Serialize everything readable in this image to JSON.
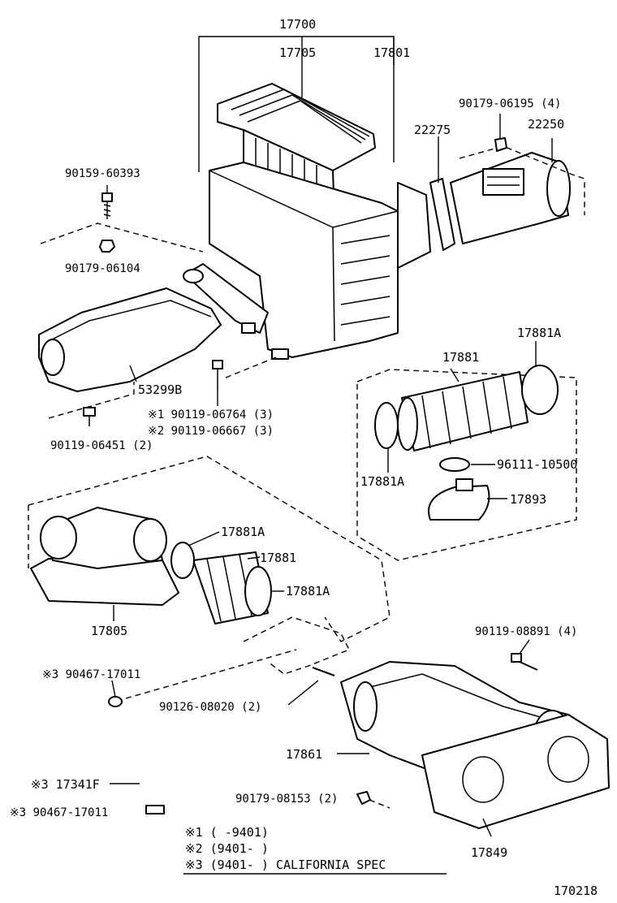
{
  "labels": {
    "p17700": "17700",
    "p17705": "17705",
    "p17801": "17801",
    "p90179_06195": "90179-06195 (4)",
    "p22275": "22275",
    "p22250": "22250",
    "p90159_60393": "90159-60393",
    "p90179_06104": "90179-06104",
    "p53299B": "53299B",
    "p17881A_a": "17881A",
    "p17881_a": "17881",
    "n1_90119_06764": "※1  90119-06764 (3)",
    "n2_90119_06667": "※2  90119-06667 (3)",
    "p90119_06451": "90119-06451 (2)",
    "p96111_10500": "96111-10500",
    "p17881A_b": "17881A",
    "p17893": "17893",
    "p17881A_c": "17881A",
    "p17881_b": "17881",
    "p17881A_d": "17881A",
    "p17805": "17805",
    "p90119_08891": "90119-08891 (4)",
    "n3_90467_17011_a": "※3  90467-17011",
    "p90126_08020": "90126-08020 (2)",
    "p17861": "17861",
    "n3_17341F": "※3  17341F",
    "p90179_08153": "90179-08153 (2)",
    "n3_90467_17011_b": "※3  90467-17011",
    "p17849": "17849",
    "fig_id": "170218"
  },
  "notes": {
    "n1": "※1 (      -9401)",
    "n2": "※2 (9401-      )",
    "n3": "※3 (9401-      ) CALIFORNIA SPEC"
  }
}
